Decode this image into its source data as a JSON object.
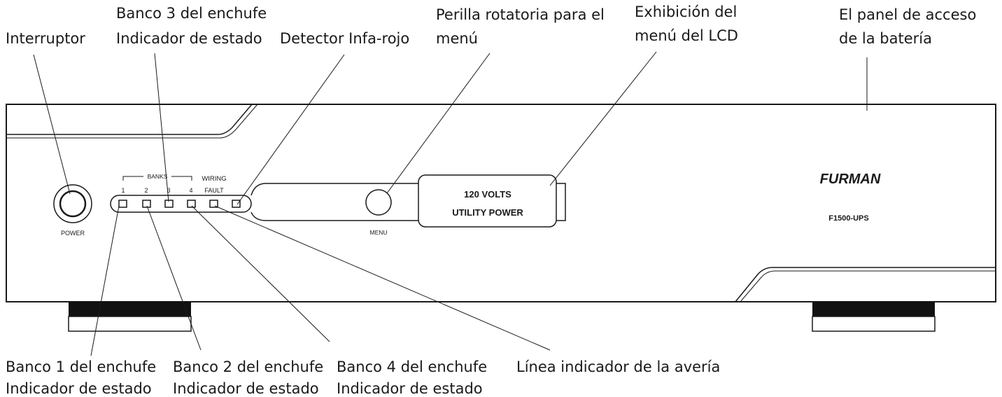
{
  "callouts": {
    "power_switch": "Interruptor",
    "bank3": [
      "Banco 3 del enchufe",
      "Indicador de estado"
    ],
    "ir_detector": "Detector Infa-rojo",
    "menu_knob": [
      "Perilla rotatoria para el",
      "menú"
    ],
    "lcd_display": [
      "Exhibición del",
      "menú del LCD"
    ],
    "battery_panel": [
      "El panel de acceso",
      "de la batería"
    ],
    "bank1": [
      "Banco 1 del enchufe",
      "Indicador de estado"
    ],
    "bank2": [
      "Banco 2 del enchufe",
      "Indicador de estado"
    ],
    "bank4": [
      "Banco 4 del enchufe",
      "Indicador de estado"
    ],
    "fault_line": "Línea indicador de la avería"
  },
  "panel": {
    "power_label": "POWER",
    "banks_label": "BANKS",
    "wiring_label": "WIRING",
    "fault_label": "FAULT",
    "bank_numbers": [
      "1",
      "2",
      "3",
      "4"
    ],
    "menu_label": "MENU",
    "lcd_line1": "120 VOLTS",
    "lcd_line2": "UTILITY POWER",
    "brand": "FURMAN",
    "model": "F1500-UPS"
  }
}
